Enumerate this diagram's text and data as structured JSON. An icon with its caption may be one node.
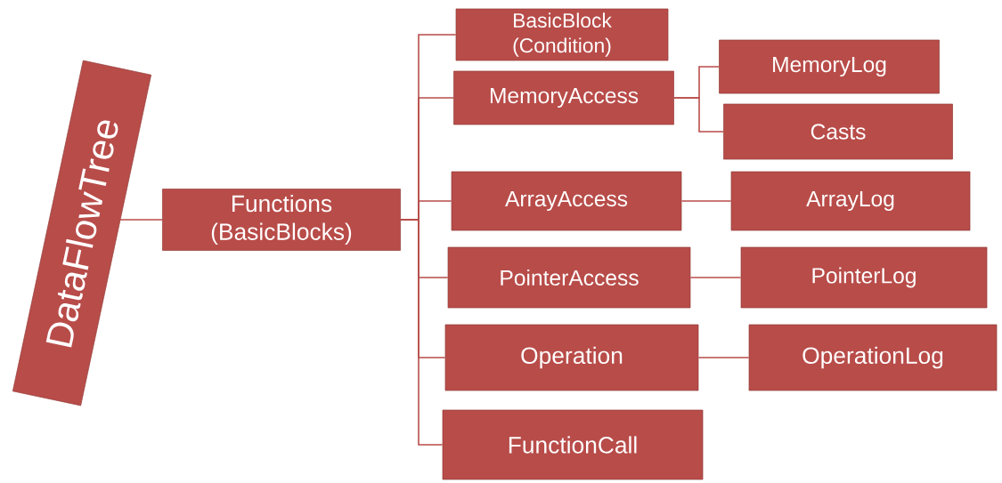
{
  "diagram": {
    "nodes": [
      {
        "text": [
          "DataFlowTree"
        ]
      },
      {
        "text": [
          "Functions (BasicBlocks)"
        ]
      },
      {
        "text": [
          "BasicBlock (Condition)"
        ]
      },
      {
        "text": [
          "MemoryAccess"
        ]
      },
      {
        "text": [
          "MemoryLog"
        ]
      },
      {
        "text": [
          "Casts"
        ]
      },
      {
        "text": [
          "ArrayAccess"
        ]
      },
      {
        "text": [
          "ArrayLog"
        ]
      },
      {
        "text": [
          "PointerAccess"
        ]
      },
      {
        "text": [
          "PointerLog"
        ]
      },
      {
        "text": [
          "Operation"
        ]
      },
      {
        "text": [
          "OperationLog"
        ]
      },
      {
        "text": [
          "FunctionCall"
        ]
      }
    ],
    "edges": [
      {
        "from": 0,
        "to": 1,
        "arrow": "none"
      },
      {
        "from": 1,
        "to": 2,
        "arrow": "none"
      },
      {
        "from": 1,
        "to": 3,
        "arrow": "none"
      },
      {
        "from": 1,
        "to": 6,
        "arrow": "none"
      },
      {
        "from": 1,
        "to": 8,
        "arrow": "none"
      },
      {
        "from": 1,
        "to": 10,
        "arrow": "none"
      },
      {
        "from": 1,
        "to": 12,
        "arrow": "none"
      },
      {
        "from": 3,
        "to": 4,
        "arrow": "none"
      },
      {
        "from": 3,
        "to": 5,
        "arrow": "none"
      },
      {
        "from": 6,
        "to": 7,
        "arrow": "none"
      },
      {
        "from": 8,
        "to": 9,
        "arrow": "none"
      },
      {
        "from": 10,
        "to": 11,
        "arrow": "none"
      }
    ]
  }
}
